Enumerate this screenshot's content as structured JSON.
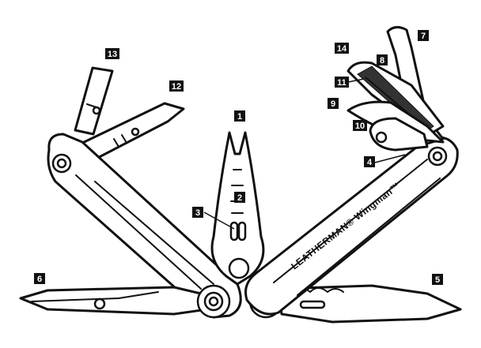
{
  "brand_text": "LEATHERMAN® Wingman™",
  "callouts": [
    {
      "id": "c1",
      "number": "1"
    },
    {
      "id": "c2",
      "number": "2"
    },
    {
      "id": "c3",
      "number": "3"
    },
    {
      "id": "c4",
      "number": "4"
    },
    {
      "id": "c5",
      "number": "5"
    },
    {
      "id": "c6",
      "number": "6"
    },
    {
      "id": "c7",
      "number": "7"
    },
    {
      "id": "c8",
      "number": "8"
    },
    {
      "id": "c9",
      "number": "9"
    },
    {
      "id": "c10",
      "number": "10"
    },
    {
      "id": "c11",
      "number": "11"
    },
    {
      "id": "c12",
      "number": "12"
    },
    {
      "id": "c13",
      "number": "13"
    },
    {
      "id": "c14",
      "number": "14"
    }
  ]
}
